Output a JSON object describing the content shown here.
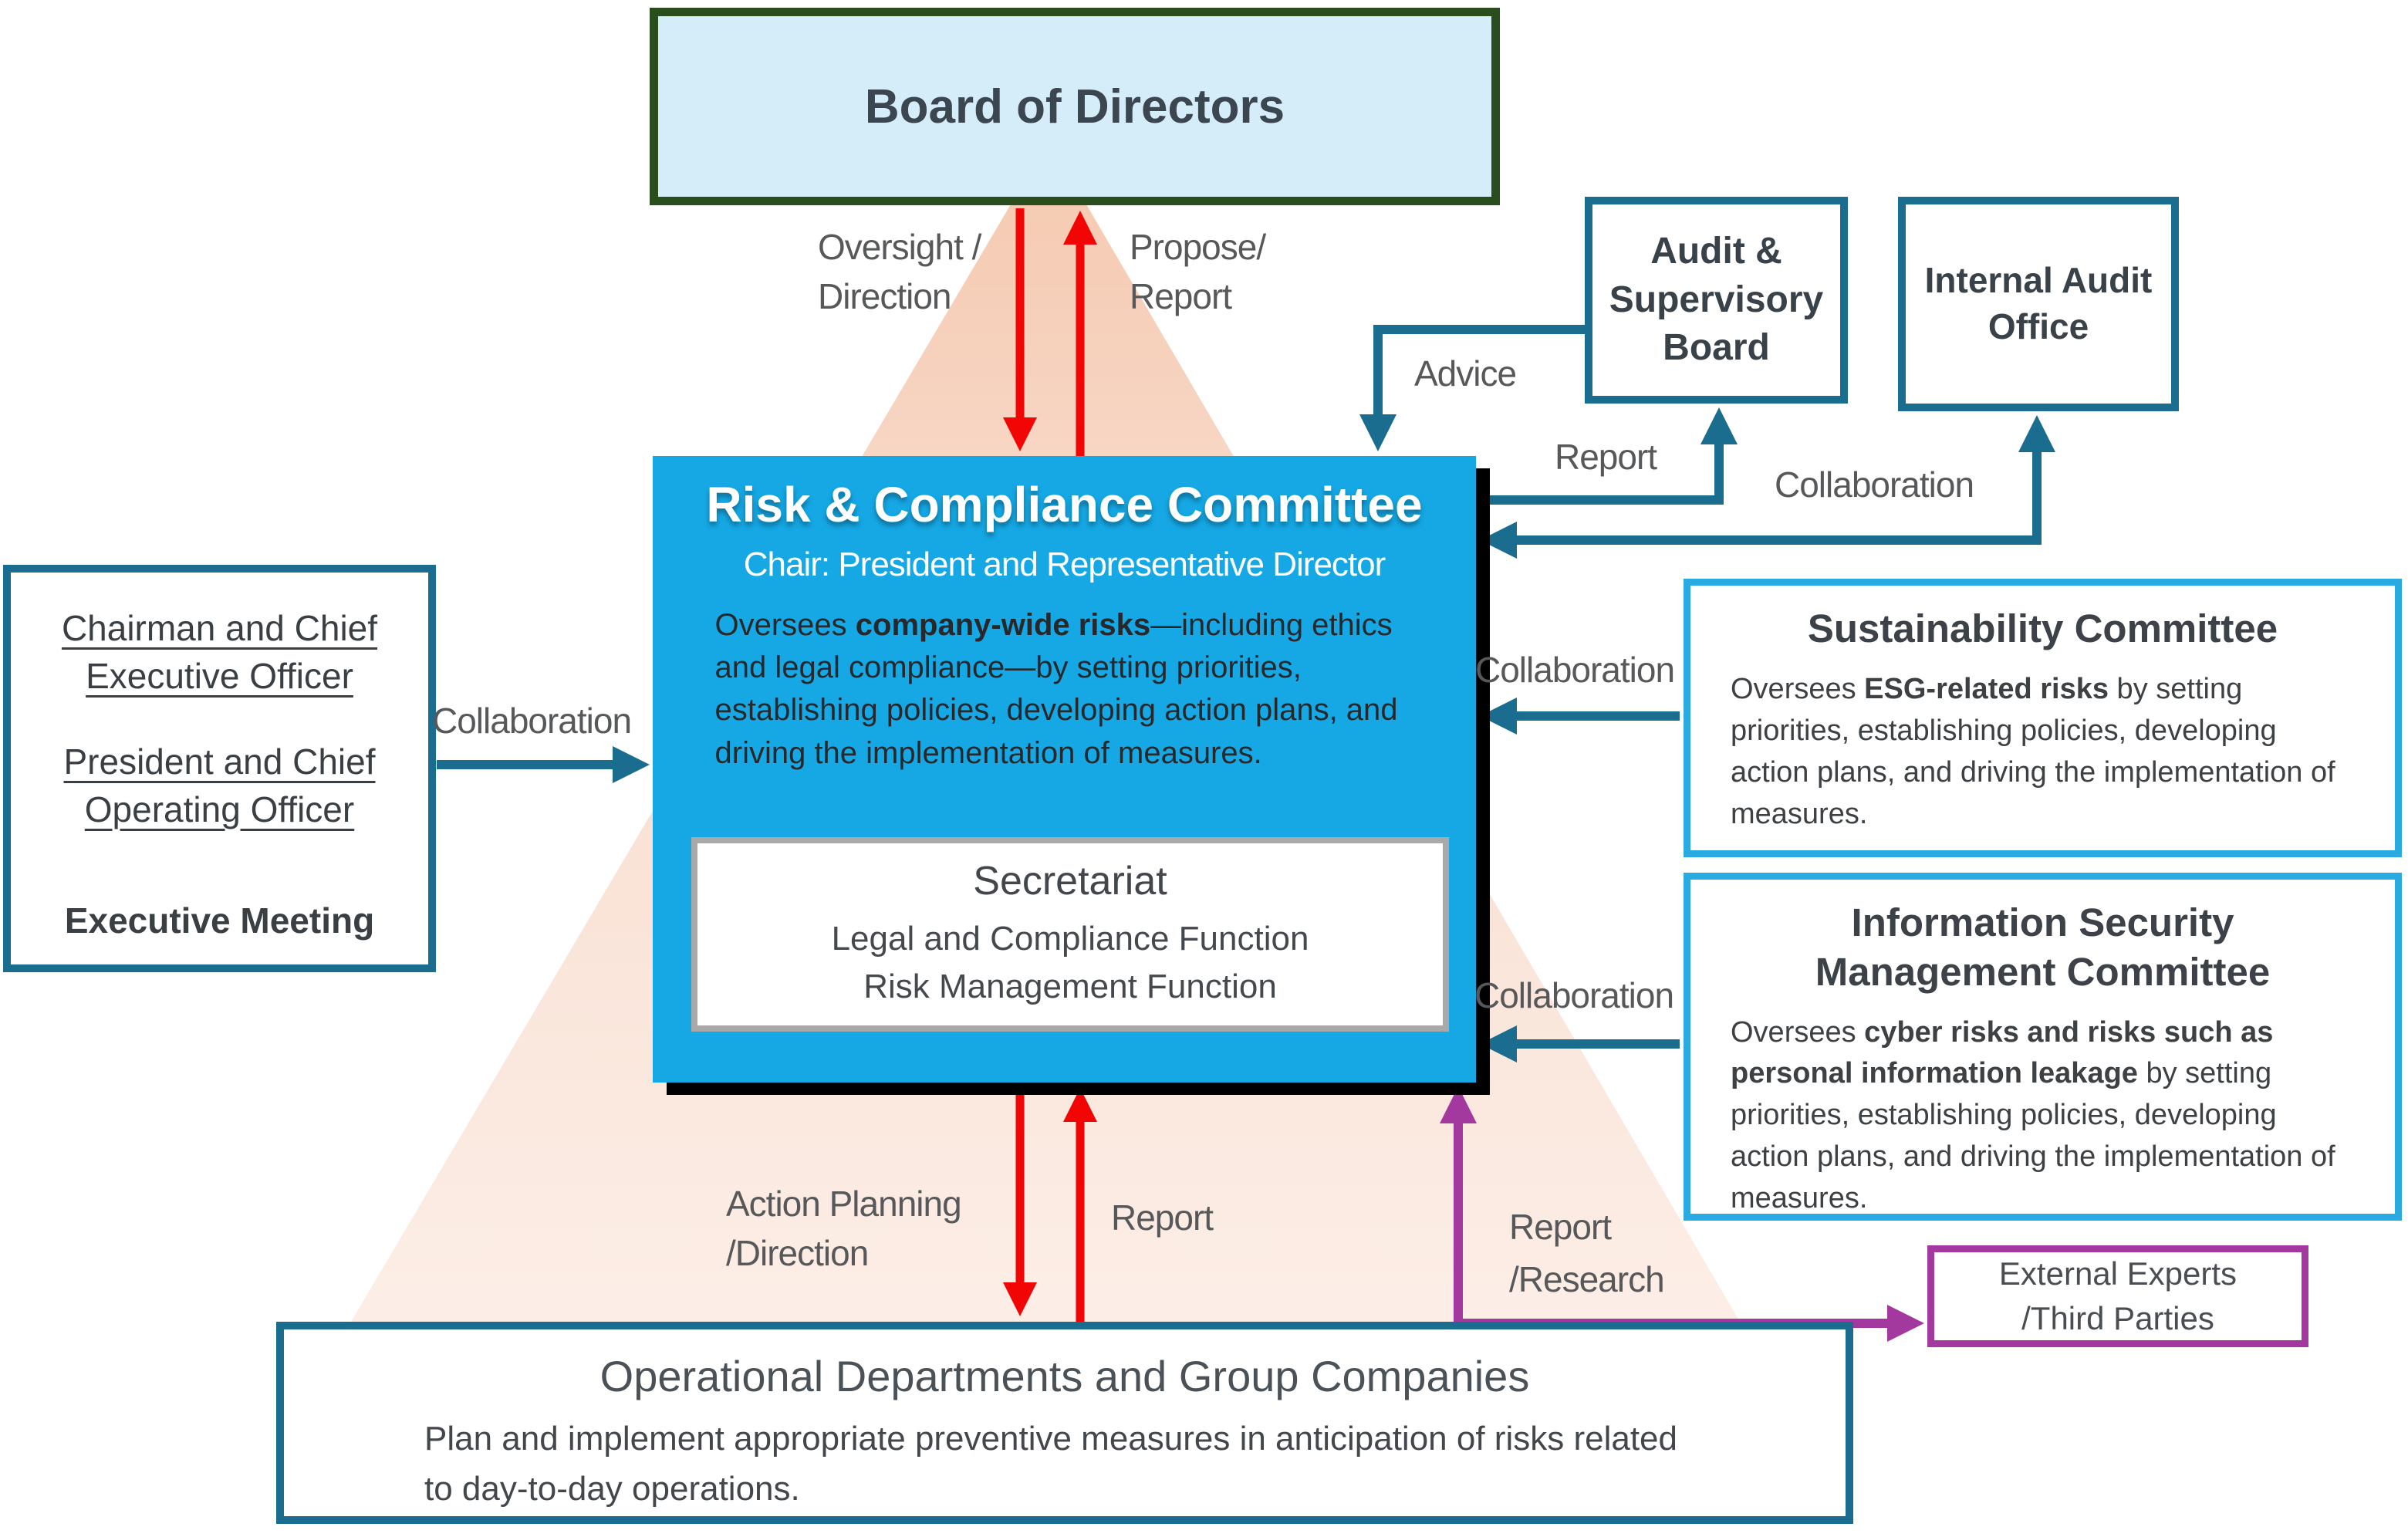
{
  "colors": {
    "committee_blue": "#15a8e5",
    "board_fill": "#d5edf9",
    "board_border_green": "#2a4d1e",
    "teal": "#1b6d90",
    "cyan_border": "#29abe2",
    "red_arrow": "#f20505",
    "purple": "#a3399f",
    "label_gray": "#57585a",
    "pyramid_top": "#f4c2a6",
    "pyramid_bottom": "#fdf3ee"
  },
  "board": {
    "title": "Board of Directors"
  },
  "committee": {
    "title": "Risk & Compliance Committee",
    "chair": "Chair: President and Representative Director",
    "body_pre": "Oversees ",
    "body_bold": "company-wide risks",
    "body_post": "—including ethics and legal compliance—by setting priorities, establishing policies, developing action plans, and driving the implementation of measures.",
    "secretariat": {
      "title": "Secretariat",
      "line1": "Legal and Compliance Function",
      "line2": "Risk Management Function"
    }
  },
  "executives": {
    "item1": "Chairman and Chief Executive Officer",
    "item2": "President and Chief Operating Officer",
    "item3": "Executive Meeting"
  },
  "audit_board": {
    "title": "Audit & Supervisory Board"
  },
  "internal_audit": {
    "title": "Internal Audit Office"
  },
  "sustainability": {
    "title": "Sustainability Committee",
    "body_pre": "Oversees ",
    "body_bold": "ESG-related risks",
    "body_post": " by setting priorities, establishing policies, developing action plans, and driving the implementation of measures."
  },
  "infosec": {
    "title": "Information Security Management Committee",
    "body_pre": "Oversees ",
    "body_bold": "cyber risks and risks such as personal information leakage",
    "body_post": " by setting priorities, establishing policies, developing action plans, and driving the implementation of measures."
  },
  "external": {
    "line1": "External Experts",
    "line2": "/Third Parties"
  },
  "operational": {
    "title": "Operational Departments and Group Companies",
    "body": "Plan and implement appropriate preventive measures in anticipation of risks related to day-to-day operations."
  },
  "labels": {
    "oversight_1": "Oversight /",
    "oversight_2": "Direction",
    "propose_1": "Propose/",
    "propose_2": "Report",
    "advice": "Advice",
    "report_audit": "Report",
    "collaboration_internal_audit": "Collaboration",
    "collaboration_executives": "Collaboration",
    "collaboration_sustainability": "Collaboration",
    "collaboration_infosec": "Collaboration",
    "action_1": "Action Planning",
    "action_2": "/Direction",
    "report_operational": "Report",
    "research_1": "Report",
    "research_2": "/Research"
  }
}
